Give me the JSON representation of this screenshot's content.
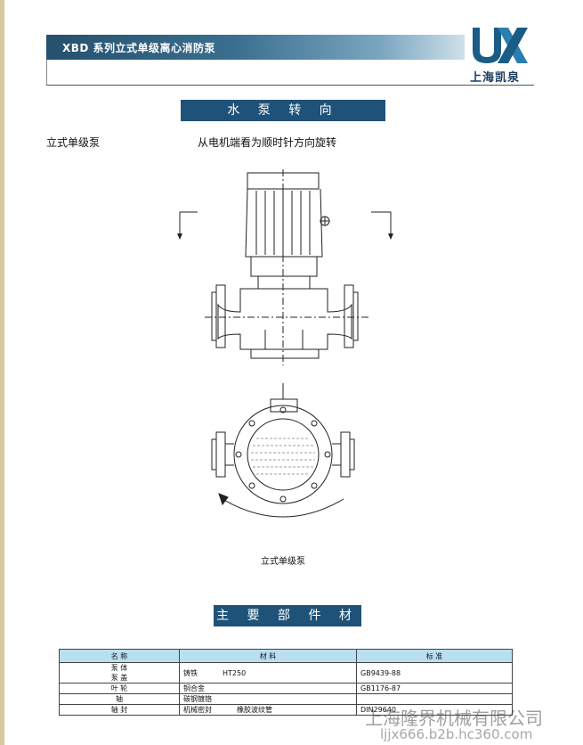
{
  "header": {
    "title": "XBD 系列立式单级离心消防泵",
    "logo_text": "上海凯泉"
  },
  "sections": {
    "rotation_title": "水 泵 转 向",
    "materials_title": "主 要 部 件 材 料"
  },
  "rotation": {
    "pump_type": "立式单级泵",
    "direction_note": "从电机端看为顺时针方向旋转",
    "caption": "立式单级泵"
  },
  "table": {
    "headers": [
      "名 称",
      "材 料",
      "标 准"
    ],
    "rows": [
      {
        "name_lines": [
          "泵 体",
          "泵 盖"
        ],
        "material": "铸铁",
        "material_grade": "HT250",
        "standard": "GB9439-88"
      },
      {
        "name_lines": [
          "叶 轮"
        ],
        "material": "铜合金",
        "material_grade": "",
        "standard": "GB1176-87"
      },
      {
        "name_lines": [
          "轴"
        ],
        "material": "碳钢镀铬",
        "material_grade": "",
        "standard": ""
      },
      {
        "name_lines": [
          "轴 封"
        ],
        "material": "机械密封",
        "material_grade": "橡胶波纹管",
        "standard": "DIN29640"
      }
    ]
  },
  "watermark": {
    "line1": "上海隆界机械有限公司",
    "line2": "ljjx666.b2b.hc360.com"
  },
  "colors": {
    "accent": "#1f5278",
    "table_header": "#b9dff0"
  }
}
